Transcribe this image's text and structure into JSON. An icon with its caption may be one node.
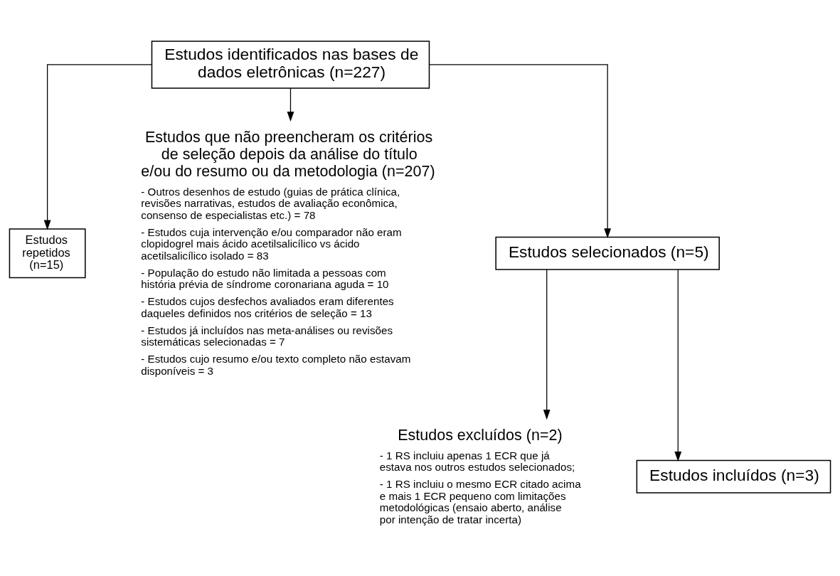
{
  "diagram": {
    "nodes": [
      {
        "text": [
          "Estudos identificados nas bases de dados eletrônicas (n=227)"
        ]
      },
      {
        "text": [
          "Estudos repetidos (n=15)"
        ]
      },
      {
        "text": [
          "Estudos que não preencheram os critérios de seleção depois da análise do título e/ou do resumo ou da metodologia (n=207)",
          "- Outros desenhos de estudo (guias de prática clínica, revisões narrativas, estudos de avaliação econômica, consenso de especialistas etc.) = 78",
          "- Estudos cuja intervenção e/ou comparador não eram clopidogrel mais ácido acetilsalicílico vs ácido acetilsalicílico isolado = 83",
          "- População do estudo não limitada a pessoas com história prévia de síndrome coronariana aguda = 10",
          "- Estudos cujos desfechos avaliados eram diferentes daqueles definidos nos critérios de seleção = 13",
          "- Estudos já incluídos nas meta-análises ou revisões sistemáticas selecionadas = 7",
          "- Estudos cujo resumo e/ou texto completo não estavam disponíveis = 3"
        ]
      },
      {
        "text": [
          "Estudos selecionados (n=5)"
        ]
      },
      {
        "text": [
          "Estudos excluídos (n=2)",
          "- 1 RS incluiu apenas 1 ECR que já estava nos outros estudos selecionados;",
          "- 1 RS incluiu o mesmo ECR citado acima e mais 1 ECR pequeno com limitações metodológicas (ensaio aberto, análise por intenção de tratar incerta)"
        ]
      },
      {
        "text": [
          "Estudos incluídos (n=3)"
        ]
      }
    ],
    "edges": [
      {
        "from": 0,
        "to": 1,
        "arrow": "to"
      },
      {
        "from": 0,
        "to": 2,
        "arrow": "to"
      },
      {
        "from": 0,
        "to": 3,
        "arrow": "to"
      },
      {
        "from": 3,
        "to": 4,
        "arrow": "to"
      },
      {
        "from": 3,
        "to": 5,
        "arrow": "to"
      }
    ]
  }
}
